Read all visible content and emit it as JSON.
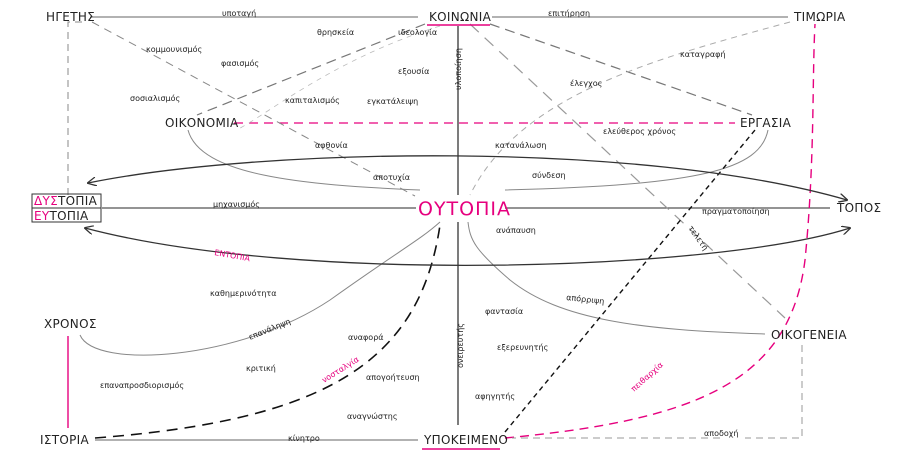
{
  "center": "ΟΥΤΟΠΙΑ",
  "nodes": {
    "leader": "ΗΓΕΤΗΣ",
    "society": "ΚΟΙΝΩΝΙΑ",
    "punishment": "ΤΙΜΩΡΙΑ",
    "economy": "ΟΙΚΟΝΟΜΙΑ",
    "work": "ΕΡΓΑΣΙΑ",
    "dystopia_prefix": "ΔΥΣ",
    "dystopia_rest": "ΤΟΠΙΑ",
    "eutopia_prefix": "ΕΥ",
    "eutopia_rest": "ΤΟΠΙΑ",
    "place": "ΤΟΠΟΣ",
    "time": "ΧΡΟΝΟΣ",
    "family": "ΟΙΚΟΓΕΝΕΙΑ",
    "history": "ΙΣΤΟΡΙΑ",
    "subject": "ΥΠΟΚΕΙΜΕΝΟ"
  },
  "labels": {
    "submission": "υποταγή",
    "surveillance": "επιτήρηση",
    "religion": "θρησκεία",
    "ideology": "ιδεολογία",
    "communism": "κομμουνισμός",
    "fascism": "φασισμός",
    "power": "εξουσία",
    "materialization": "υλοποίηση",
    "recording": "καταγραφή",
    "socialism": "σοσιαλισμός",
    "capitalism": "καπιταλισμός",
    "trust": "εγκατάλειψη",
    "control": "έλεγχος",
    "free_time": "ελεύθερος χρόνος",
    "abundance": "αφθονία",
    "consumption": "κατανάλωση",
    "failure": "αποτυχία",
    "connection": "σύνδεση",
    "mechanisms": "μηχανισμός",
    "realization": "πραγματοποίηση",
    "rest": "ανάπαυση",
    "ritual": "τελετή",
    "entopia": "ΕΝΤΟΠΙΑ",
    "everyday": "καθημερινότητα",
    "repetition": "επανάληψη",
    "rejection": "απόρριψη",
    "fantasy": "φαντασία",
    "reference": "αναφορά",
    "explorer": "εξερευνητής",
    "dreaming": "ονειρευτής",
    "redefinition": "επαναπροσδιορισμός",
    "critique": "κριτική",
    "nostalgia": "νοσταλγία",
    "disappointment": "απογοήτευση",
    "narrator": "αφηγητής",
    "persuasion": "πειθαρχία",
    "reader": "αναγνώστης",
    "motive": "κίνητρο",
    "acceptance": "αποδοχή"
  },
  "colors": {
    "accent": "#e6007e",
    "line": "#555555",
    "dashed": "#8a8a8a",
    "text": "#222222"
  }
}
